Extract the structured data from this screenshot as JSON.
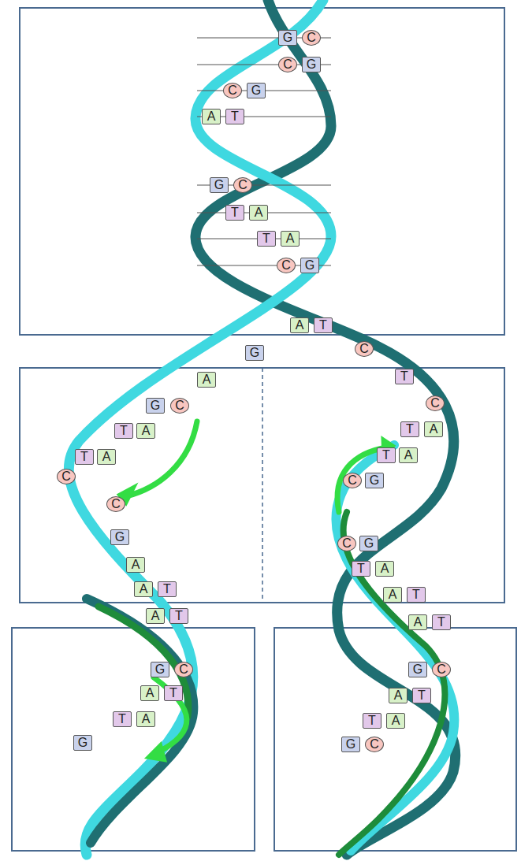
{
  "diagram": {
    "labels": [
      "G",
      "C",
      "C",
      "G",
      "C",
      "G",
      "A",
      "T",
      "G",
      "C",
      "T",
      "A",
      "T",
      "A",
      "C",
      "G",
      "A",
      "T",
      "G",
      "C",
      "A",
      "T",
      "G",
      "C",
      "C",
      "T",
      "A",
      "T",
      "A",
      "T",
      "A",
      "T",
      "A",
      "C",
      "C",
      "G",
      "C",
      "G",
      "C",
      "G",
      "A",
      "T",
      "A",
      "A",
      "T",
      "A",
      "T",
      "A",
      "T",
      "A",
      "T",
      "G",
      "C",
      "G",
      "C",
      "A",
      "T",
      "A",
      "T",
      "T",
      "A",
      "T",
      "A",
      "G",
      "G",
      "C"
    ]
  }
}
